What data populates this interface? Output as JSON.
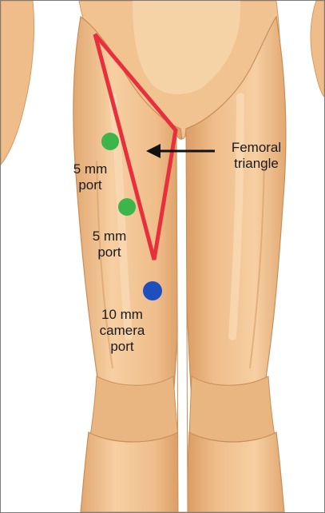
{
  "labels": {
    "femoral_triangle": "Femoral\ntriangle",
    "port1": "5 mm\nport",
    "port2": "5 mm\nport",
    "camera_port": "10 mm\ncamera\nport"
  },
  "colors": {
    "skin": "#efc08f",
    "skin_shadow": "#d9a16a",
    "skin_highlight": "#f8d8b0",
    "triangle": "#e8303c",
    "port_green": "#3cb54a",
    "camera_blue": "#1f4fbf",
    "arrow": "#111111"
  }
}
